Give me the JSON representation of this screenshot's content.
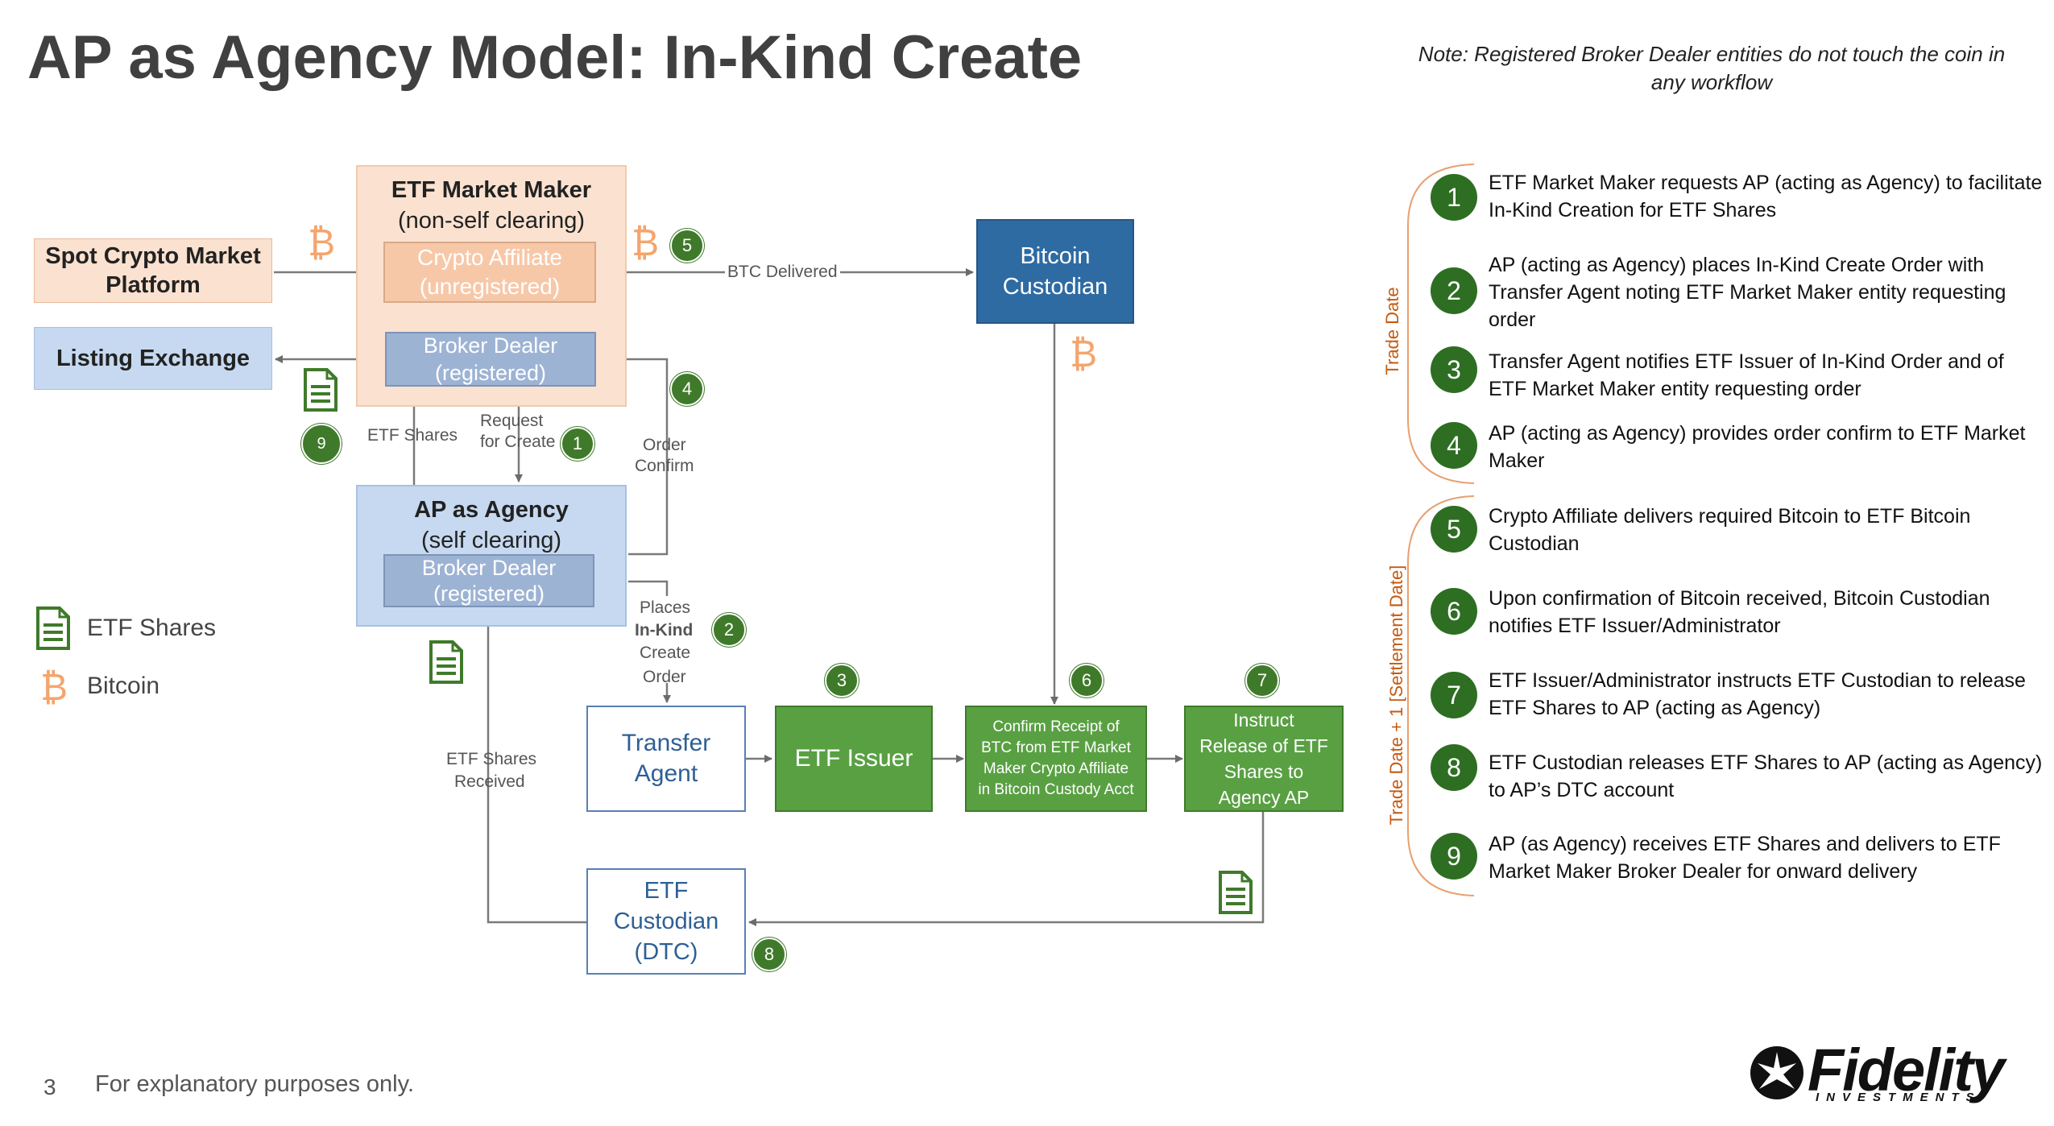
{
  "title": "AP as Agency Model: In-Kind Create",
  "note": "Note: Registered Broker Dealer entities do not touch the coin in any workflow",
  "colors": {
    "green": "#3f7a2a",
    "blue": "#2e6ba3",
    "orange": "#c55a11",
    "peach": "#fbe2d0",
    "lightblue": "#c6d9f0"
  },
  "boxes": {
    "spot_platform": "Spot Crypto Market Platform",
    "listing_exchange": "Listing Exchange",
    "mm_title": "ETF Market Maker",
    "mm_sub": "(non-self clearing)",
    "crypto_affiliate_1": "Crypto Affiliate",
    "crypto_affiliate_2": "(unregistered)",
    "mm_bd_1": "Broker Dealer",
    "mm_bd_2": "(registered)",
    "ap_title": "AP as Agency",
    "ap_sub": "(self clearing)",
    "ap_bd_1": "Broker Dealer",
    "ap_bd_2": "(registered)",
    "bitcoin_custodian_1": "Bitcoin",
    "bitcoin_custodian_2": "Custodian",
    "transfer_agent_1": "Transfer",
    "transfer_agent_2": "Agent",
    "etf_issuer": "ETF Issuer",
    "confirm_1": "Confirm Receipt of",
    "confirm_2": "BTC from ETF Market",
    "confirm_3": "Maker Crypto Affiliate",
    "confirm_4": "in Bitcoin Custody Acct",
    "instruct_1": "Instruct",
    "instruct_2": "Release of ETF",
    "instruct_3": "Shares to",
    "instruct_4": "Agency AP",
    "etf_custodian_1": "ETF",
    "etf_custodian_2": "Custodian",
    "etf_custodian_3": "(DTC)"
  },
  "labels": {
    "btc_delivered": "BTC Delivered",
    "etf_shares": "ETF Shares",
    "request_1": "Request",
    "request_2": "for Create",
    "order_1": "Order",
    "order_2": "Confirm",
    "places_1": "Places",
    "places_2": "In-Kind",
    "places_3": "Create",
    "places_4": "Order",
    "received_1": "ETF Shares",
    "received_2": "Received"
  },
  "legend": {
    "etf_shares": "ETF Shares",
    "bitcoin": "Bitcoin"
  },
  "bracket_labels": {
    "trade_date": "Trade Date",
    "settlement": "Trade Date + 1 [Settlement Date]"
  },
  "steps": [
    {
      "num": "1",
      "text": "ETF Market Maker requests AP (acting as Agency) to facilitate In-Kind Creation for ETF Shares"
    },
    {
      "num": "2",
      "text": "AP (acting as Agency) places In-Kind Create Order with Transfer Agent noting ETF Market Maker entity requesting order"
    },
    {
      "num": "3",
      "text": "Transfer Agent notifies ETF Issuer of In-Kind Order and of ETF Market Maker entity requesting order"
    },
    {
      "num": "4",
      "text": "AP (acting as Agency) provides order confirm to ETF Market Maker"
    },
    {
      "num": "5",
      "text": "Crypto Affiliate delivers required Bitcoin to ETF Bitcoin Custodian"
    },
    {
      "num": "6",
      "text": "Upon confirmation of Bitcoin received, Bitcoin Custodian notifies ETF Issuer/Administrator"
    },
    {
      "num": "7",
      "text": "ETF Issuer/Administrator instructs ETF Custodian to release ETF Shares to AP (acting as Agency)"
    },
    {
      "num": "8",
      "text": "ETF Custodian releases ETF Shares to AP (acting as Agency) to AP’s DTC account"
    },
    {
      "num": "9",
      "text": "AP (as Agency) receives ETF Shares and delivers to ETF Market Maker Broker Dealer for onward delivery"
    }
  ],
  "footer": {
    "page": "3",
    "disclaimer": "For explanatory purposes only.",
    "logo_name": "Fidelity",
    "logo_sub": "INVESTMENTS"
  },
  "icons": {
    "bitcoin": "bitcoin-icon",
    "document": "document-icon"
  }
}
